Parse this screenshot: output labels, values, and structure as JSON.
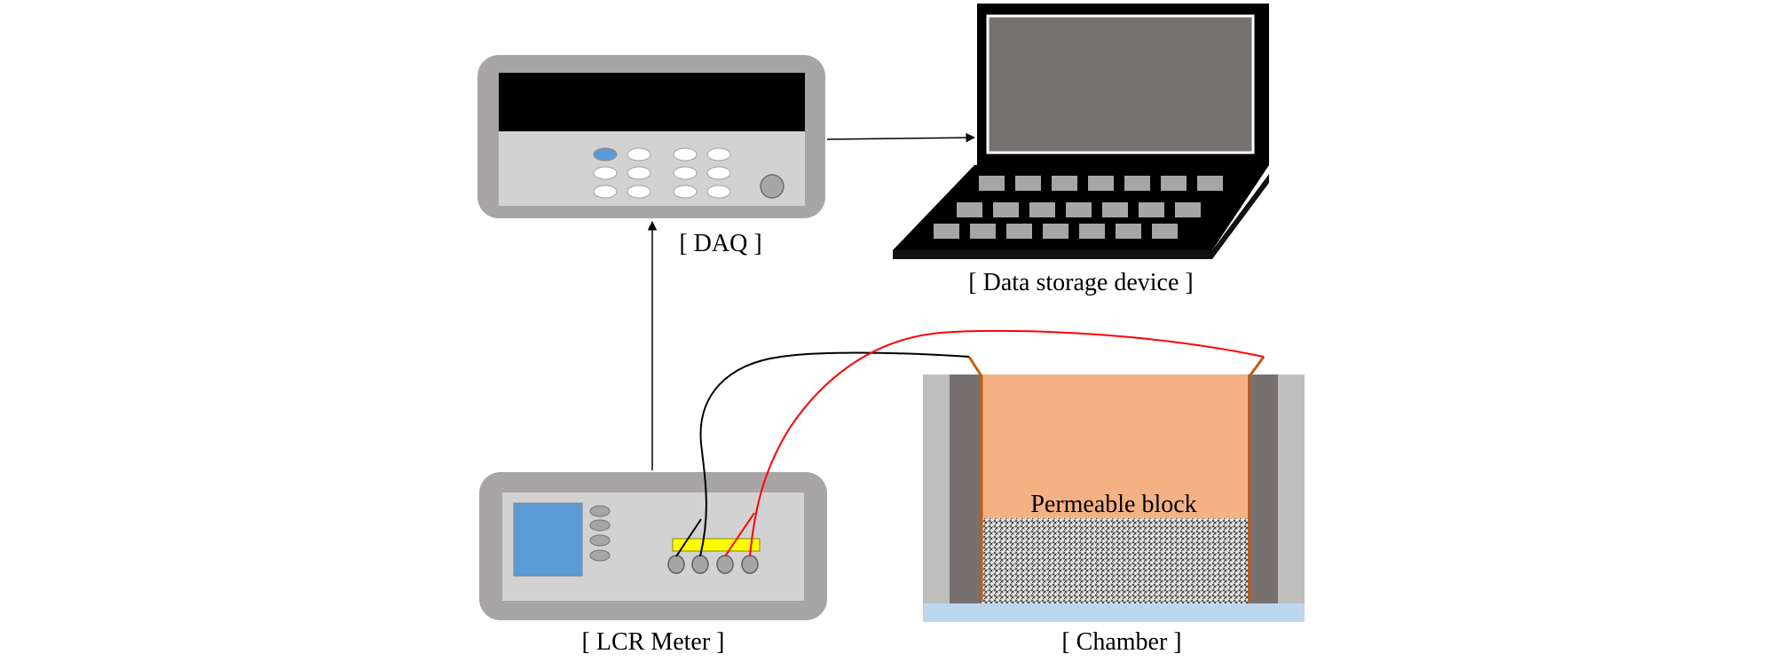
{
  "labels": {
    "daq": "[ DAQ ]",
    "data_storage": "[ Data storage device ]",
    "lcr_meter": "[ LCR Meter ]",
    "chamber": "[ Chamber ]",
    "permeable_block": "Permeable block"
  },
  "colors": {
    "device_body": "#a7a5a5",
    "device_panel": "#d3d2d3",
    "display_black": "#000000",
    "laptop_screen": "#777272",
    "chamber_outer": "#bfbfbf",
    "chamber_wall": "#767170",
    "permeable_block": "#f4b183",
    "base_plate": "#bdd7ee",
    "lcr_screen": "#5b9bd5",
    "terminal_strip": "#ffff00",
    "electrode": "#c55a11",
    "wire_black": "#000000",
    "wire_red": "#ff0000"
  }
}
